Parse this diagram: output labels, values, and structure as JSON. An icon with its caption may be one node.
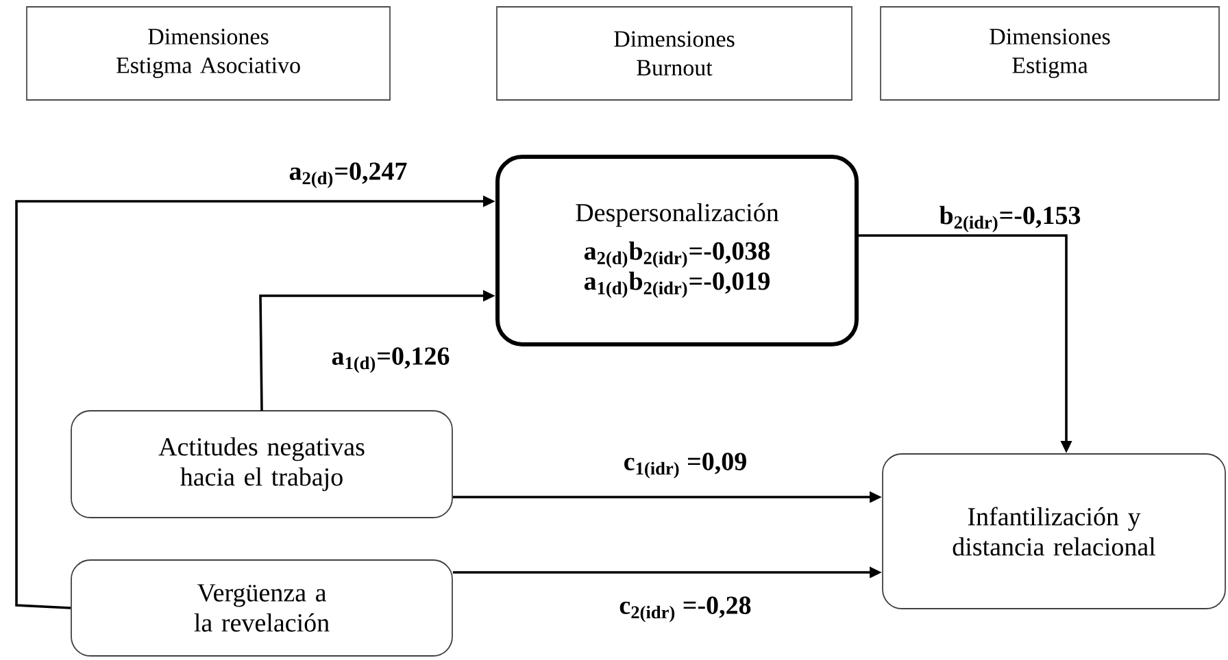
{
  "diagram": {
    "nodes": [
      {
        "text": [
          "Dimensiones Estigma Asociativo"
        ]
      },
      {
        "text": [
          "Dimensiones Burnout"
        ]
      },
      {
        "text": [
          "Dimensiones Estigma"
        ]
      },
      {
        "text": [
          "Despersonalización",
          "a$_{2(d)}$b$_{2(idr)}$=-0,038",
          "a$_{1(d)}$b$_{2(idr)}$=-0,019"
        ]
      },
      {
        "text": [
          "Actitudes negativas hacia el trabajo"
        ]
      },
      {
        "text": [
          "Vergüenza a la revelación"
        ]
      },
      {
        "text": [
          "Infantilización y distancia relacional"
        ]
      }
    ],
    "edges": [
      {
        "from": 5,
        "to": 3,
        "arrow": "to",
        "label": "a$_{2(d)}$=0,247"
      },
      {
        "from": 4,
        "to": 3,
        "arrow": "to",
        "label": "a$_{1(d)}$=0,126"
      },
      {
        "from": 3,
        "to": 6,
        "arrow": "to",
        "label": "b$_{2(idr)}$=-0,153"
      },
      {
        "from": 4,
        "to": 6,
        "arrow": "to",
        "label": "c$_{1(idr)}$ =0,09"
      },
      {
        "from": 5,
        "to": 6,
        "arrow": "to",
        "label": "c$_{2(idr)}$ =-0,28"
      }
    ]
  }
}
